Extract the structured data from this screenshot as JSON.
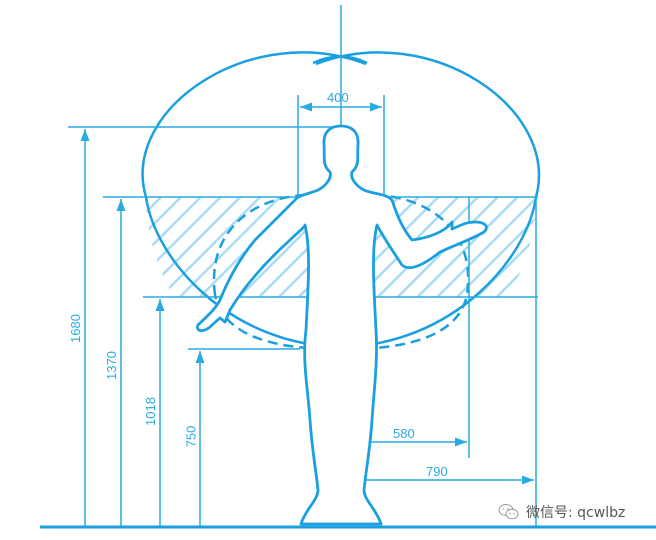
{
  "diagram": {
    "subject": "human figure reach / activity zone dimensions",
    "colors": {
      "line": "#29abe2",
      "figure": "#1a9fe0",
      "hatch": "#a9dcf4",
      "ground": "#1a9fe0",
      "watermark_text": "#555555"
    },
    "dimensions": {
      "shoulder_width": "400",
      "total_height": "1680",
      "upper_hatch_height": "1370",
      "lower_hatch_height": "1018",
      "lower_reach_height": "750",
      "inner_reach": "580",
      "outer_reach": "790"
    }
  },
  "watermark": {
    "icon": "wechat-icon",
    "text": "微信号: qcwlbz"
  }
}
